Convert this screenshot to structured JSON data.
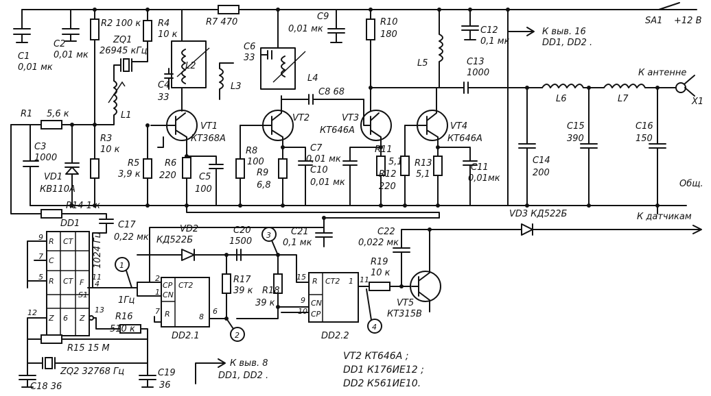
{
  "supply": {
    "switch": "SA1",
    "voltage": "+12 В",
    "note_pin16": "К выв. 16",
    "note_ics": "DD1, DD2 .",
    "note_pin8": "К выв. 8",
    "note_ics2": "DD1, DD2 ."
  },
  "labels": {
    "antenna": "К антенне",
    "x1": "X1",
    "ground": "Общ.",
    "sensors": "К датчикам"
  },
  "components": {
    "c1": "C1",
    "c1v": "0,01 мк",
    "c2": "C2",
    "c2v": "0,01 мк",
    "r2": "R2 100 к",
    "r4": "R4",
    "r4v": "10 к",
    "zq1": "ZQ1",
    "zq1v": "26945 кГц",
    "r7": "R7  470",
    "c9": "C9",
    "c9v": "0,01 мк",
    "r10": "R10",
    "r10v": "180",
    "c12": "C12",
    "c12v": "0,1 мк",
    "l2": "L2",
    "l3": "L3",
    "l4": "L4",
    "l5": "L5",
    "l1": "L1",
    "l6": "L6",
    "l7": "L7",
    "c6": "C6",
    "c6v": "33",
    "c4": "C4",
    "c4v": "33",
    "c8": "C8 68",
    "c13": "C13",
    "c13v": "1000",
    "r1": "R1",
    "r1v": "5,6 к",
    "vt1": "VT1",
    "vt1t": "КТ368А",
    "vt2": "VT2",
    "vt3": "VT3",
    "vt3t": "КТ646А",
    "vt4": "VT4",
    "vt4t": "КТ646А",
    "c3": "C3",
    "c3v": "1000",
    "vd1": "VD1",
    "vd1t": "КВ110А",
    "r3": "R3",
    "r3v": "10 к",
    "r5": "R5",
    "r5v": "3,9 к",
    "r6": "R6",
    "r6v": "220",
    "c5": "C5",
    "c5v": "100",
    "r8": "R8",
    "r8v": "100",
    "r9": "R9",
    "r9v": "6,8",
    "c7": "C7",
    "c7v": "0,01 мк",
    "c10": "C10",
    "c10v": "0,01 мк",
    "r11": "R11",
    "r11v": "5,1",
    "r12": "R12",
    "r12v": "220",
    "r13": "R13",
    "r13v": "5,1",
    "c11": "C11",
    "c11v": "0,01мк",
    "c14": "C14",
    "c14v": "200",
    "c15": "C15",
    "c15v": "390",
    "c16": "C16",
    "c16v": "150",
    "r14": "R14   1 к",
    "c17": "C17",
    "c17v": "0,22 мк",
    "dd1": "DD1",
    "vd2": "VD2",
    "vd2t": "КД522Б",
    "c20": "C20",
    "c20v": "1500",
    "c21": "C21",
    "c21v": "0,1 мк",
    "c22": "C22",
    "c22v": "0,022 мк",
    "vd3": "VD3  КД522Б",
    "r17": "R17",
    "r17v": "39 к",
    "r18": "R18",
    "r18v": "39 к",
    "r19": "R19",
    "r19v": "10 к",
    "vt5": "VT5",
    "vt5t": "КТ315В",
    "r16": "R16",
    "r16v": "510 к",
    "r15": "R15  15 М",
    "zq2": "ZQ2 32768  Гц",
    "c18": "C18  36",
    "c19": "C19",
    "c19v": "36",
    "dd21": "DD2.1",
    "dd22": "DD2.2",
    "f1024": "1024 Гц",
    "f1": "1Гц"
  },
  "pins": {
    "p9": "9",
    "p7": "7",
    "p5": "5",
    "p4": "4",
    "p11": "11",
    "p12": "12",
    "p13": "13",
    "ct": "CT",
    "r": "R",
    "c": "C",
    "z": "Z",
    "f": "F",
    "s1": "S1",
    "g6": "6",
    "cp": "CP",
    "cn": "CN",
    "ct2": "CT2",
    "p2": "2",
    "p1": "1",
    "p8": "8",
    "p6": "6",
    "p15": "15",
    "p9b": "9",
    "p10": "10",
    "p11b": "11"
  },
  "nodes": {
    "n1": "1",
    "n2": "2",
    "n3": "3",
    "n4": "4"
  },
  "notes": {
    "line1": "VT2    КТ646А ;",
    "line2": "DD1   К176ИЕ12 ;",
    "line3": "DD2   К561ИЕ10."
  }
}
